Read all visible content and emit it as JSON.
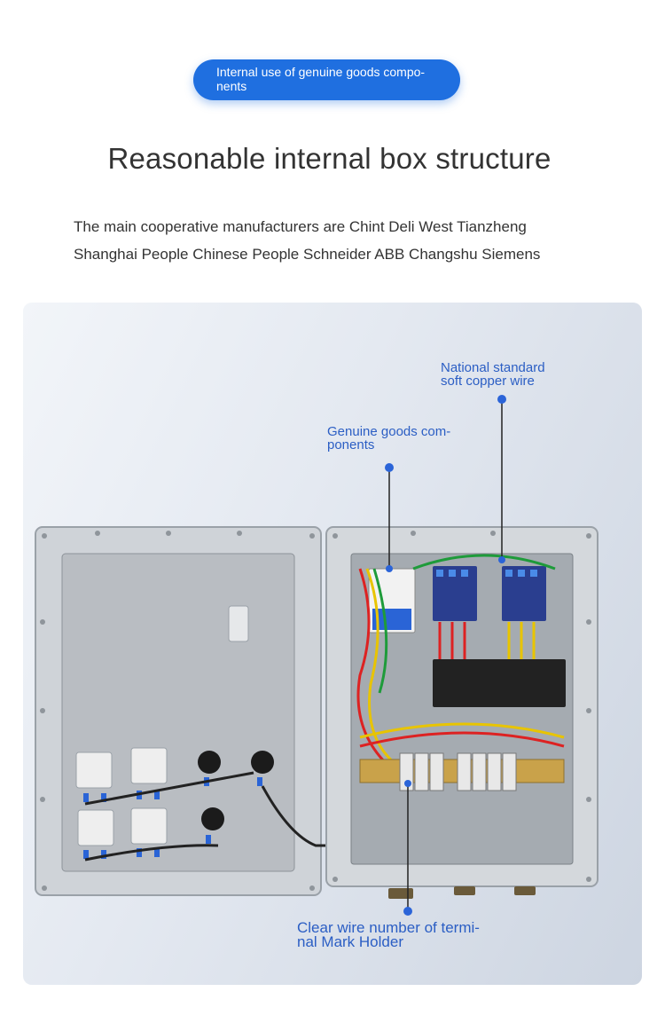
{
  "header": {
    "badge_lines": [
      "Internal use of genuine goods compo-",
      "nents"
    ],
    "title": "Reasonable internal box structure",
    "description_lines": [
      "The main cooperative manufacturers are Chint Deli West Tianzheng",
      "Shanghai People Chinese People Schneider ABB Changshu Siemens"
    ]
  },
  "callouts": {
    "copper_wire": [
      "National standard",
      "soft copper wire"
    ],
    "genuine_components": [
      "Genuine goods com-",
      "ponents"
    ],
    "terminal": [
      "Clear wire number of termi-",
      "nal Mark Holder"
    ]
  },
  "colors": {
    "accent": "#1f6fe0",
    "callout_text": "#2b5ec4",
    "title_text": "#333333"
  }
}
